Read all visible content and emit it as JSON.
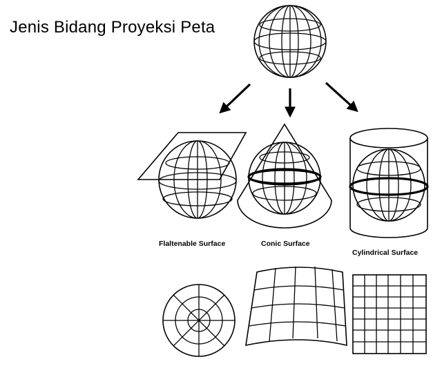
{
  "title": "Jenis Bidang Proyeksi Peta",
  "labels": {
    "flattenable": "Flaltenable Surface",
    "conic": "Conic Surface",
    "cylindrical": "Cylindrical Surface"
  }
}
